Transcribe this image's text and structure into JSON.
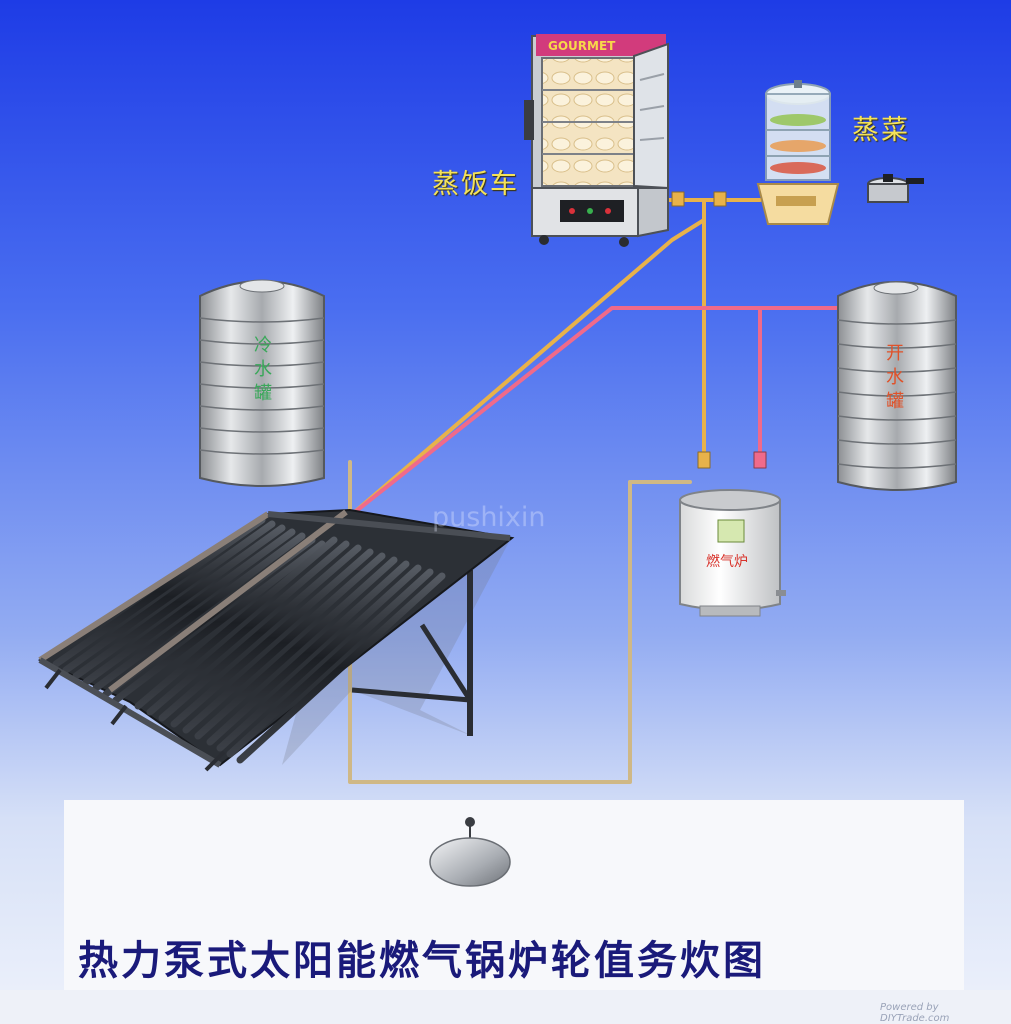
{
  "diagram": {
    "title": "热力泵式太阳能燃气锅炉轮值务炊图",
    "watermark": "pushixin",
    "credit": "Powered by DIYTrade.com",
    "labels": {
      "steam_cart": "蒸饭车",
      "steamer": "蒸菜",
      "cold_tank": "冷水罐",
      "boil_tank": "开水罐",
      "gas_boiler": "燃气炉",
      "cart_sign": "GOURMET"
    },
    "colors": {
      "background_top": "#1e3ce6",
      "background_bottom": "#eef2fb",
      "hot_pipe": "#e8b24a",
      "warm_pipe": "#f06a8a",
      "label_yellow": "#f4e25a",
      "title_navy": "#1a1a7a",
      "steel": "#c8cacd"
    },
    "icons": [
      "steam-cart-icon",
      "steamer-icon",
      "pressure-cooker-icon",
      "cold-water-tank-icon",
      "boiling-water-tank-icon",
      "gas-boiler-icon",
      "solar-collector-icon",
      "solar-dish-icon"
    ]
  }
}
